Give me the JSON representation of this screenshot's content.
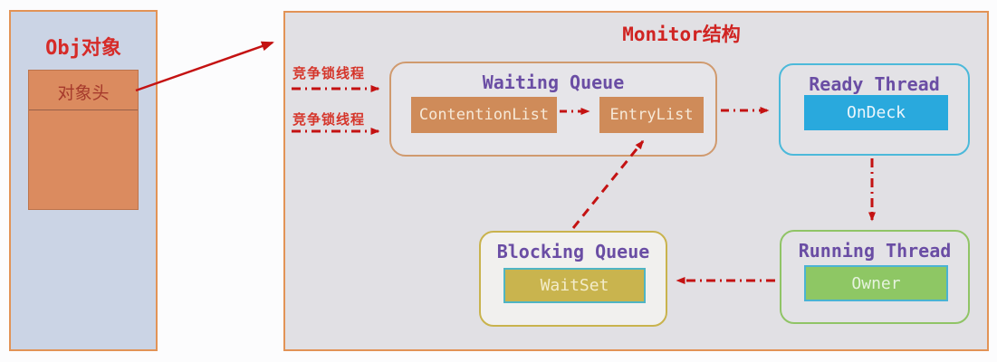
{
  "obj_box": {
    "title": "Obj对象",
    "header_label": "对象头"
  },
  "monitor": {
    "title": "Monitor结构"
  },
  "contending_labels": [
    {
      "label": "竞争锁线程"
    },
    {
      "label": "竞争锁线程"
    }
  ],
  "waiting_queue": {
    "title": "Waiting Queue",
    "items": [
      {
        "label": "ContentionList"
      },
      {
        "label": "EntryList"
      }
    ]
  },
  "ready_thread": {
    "title": "Ready Thread",
    "item": "OnDeck"
  },
  "running_thread": {
    "title": "Running Thread",
    "item": "Owner"
  },
  "blocking_queue": {
    "title": "Blocking Queue",
    "item": "WaitSet"
  },
  "arrows": {
    "obj_to_monitor": "solid red arrow from 对象头 to Monitor box",
    "contend_1_to_waiting": "dash-dot arrow into Waiting Queue",
    "contend_2_to_waiting": "dash-dot arrow into Waiting Queue",
    "contention_to_entry": "dash-dot arrow ContentionList to EntryList",
    "waiting_to_ready": "dash-dot arrow Waiting Queue to Ready Thread",
    "ready_to_running": "dash-dot arrow Ready Thread down to Running Thread",
    "running_to_blocking": "dash-dot arrow Running Thread to Blocking Queue",
    "blocking_to_entry": "dashed arrow Blocking Queue up to EntryList"
  },
  "colors": {
    "arrow_red": "#c41212",
    "title_red": "#d02422",
    "title_purple": "#6a4da4",
    "obj_fill": "#cbd4e5",
    "orange_border": "#e29356",
    "orange_chip": "#cf8b59",
    "monitor_fill": "#e1e0e4",
    "ondeck_blue": "#29a9dd",
    "owner_green": "#8ec764",
    "waitset_gold": "#c9b44e"
  }
}
